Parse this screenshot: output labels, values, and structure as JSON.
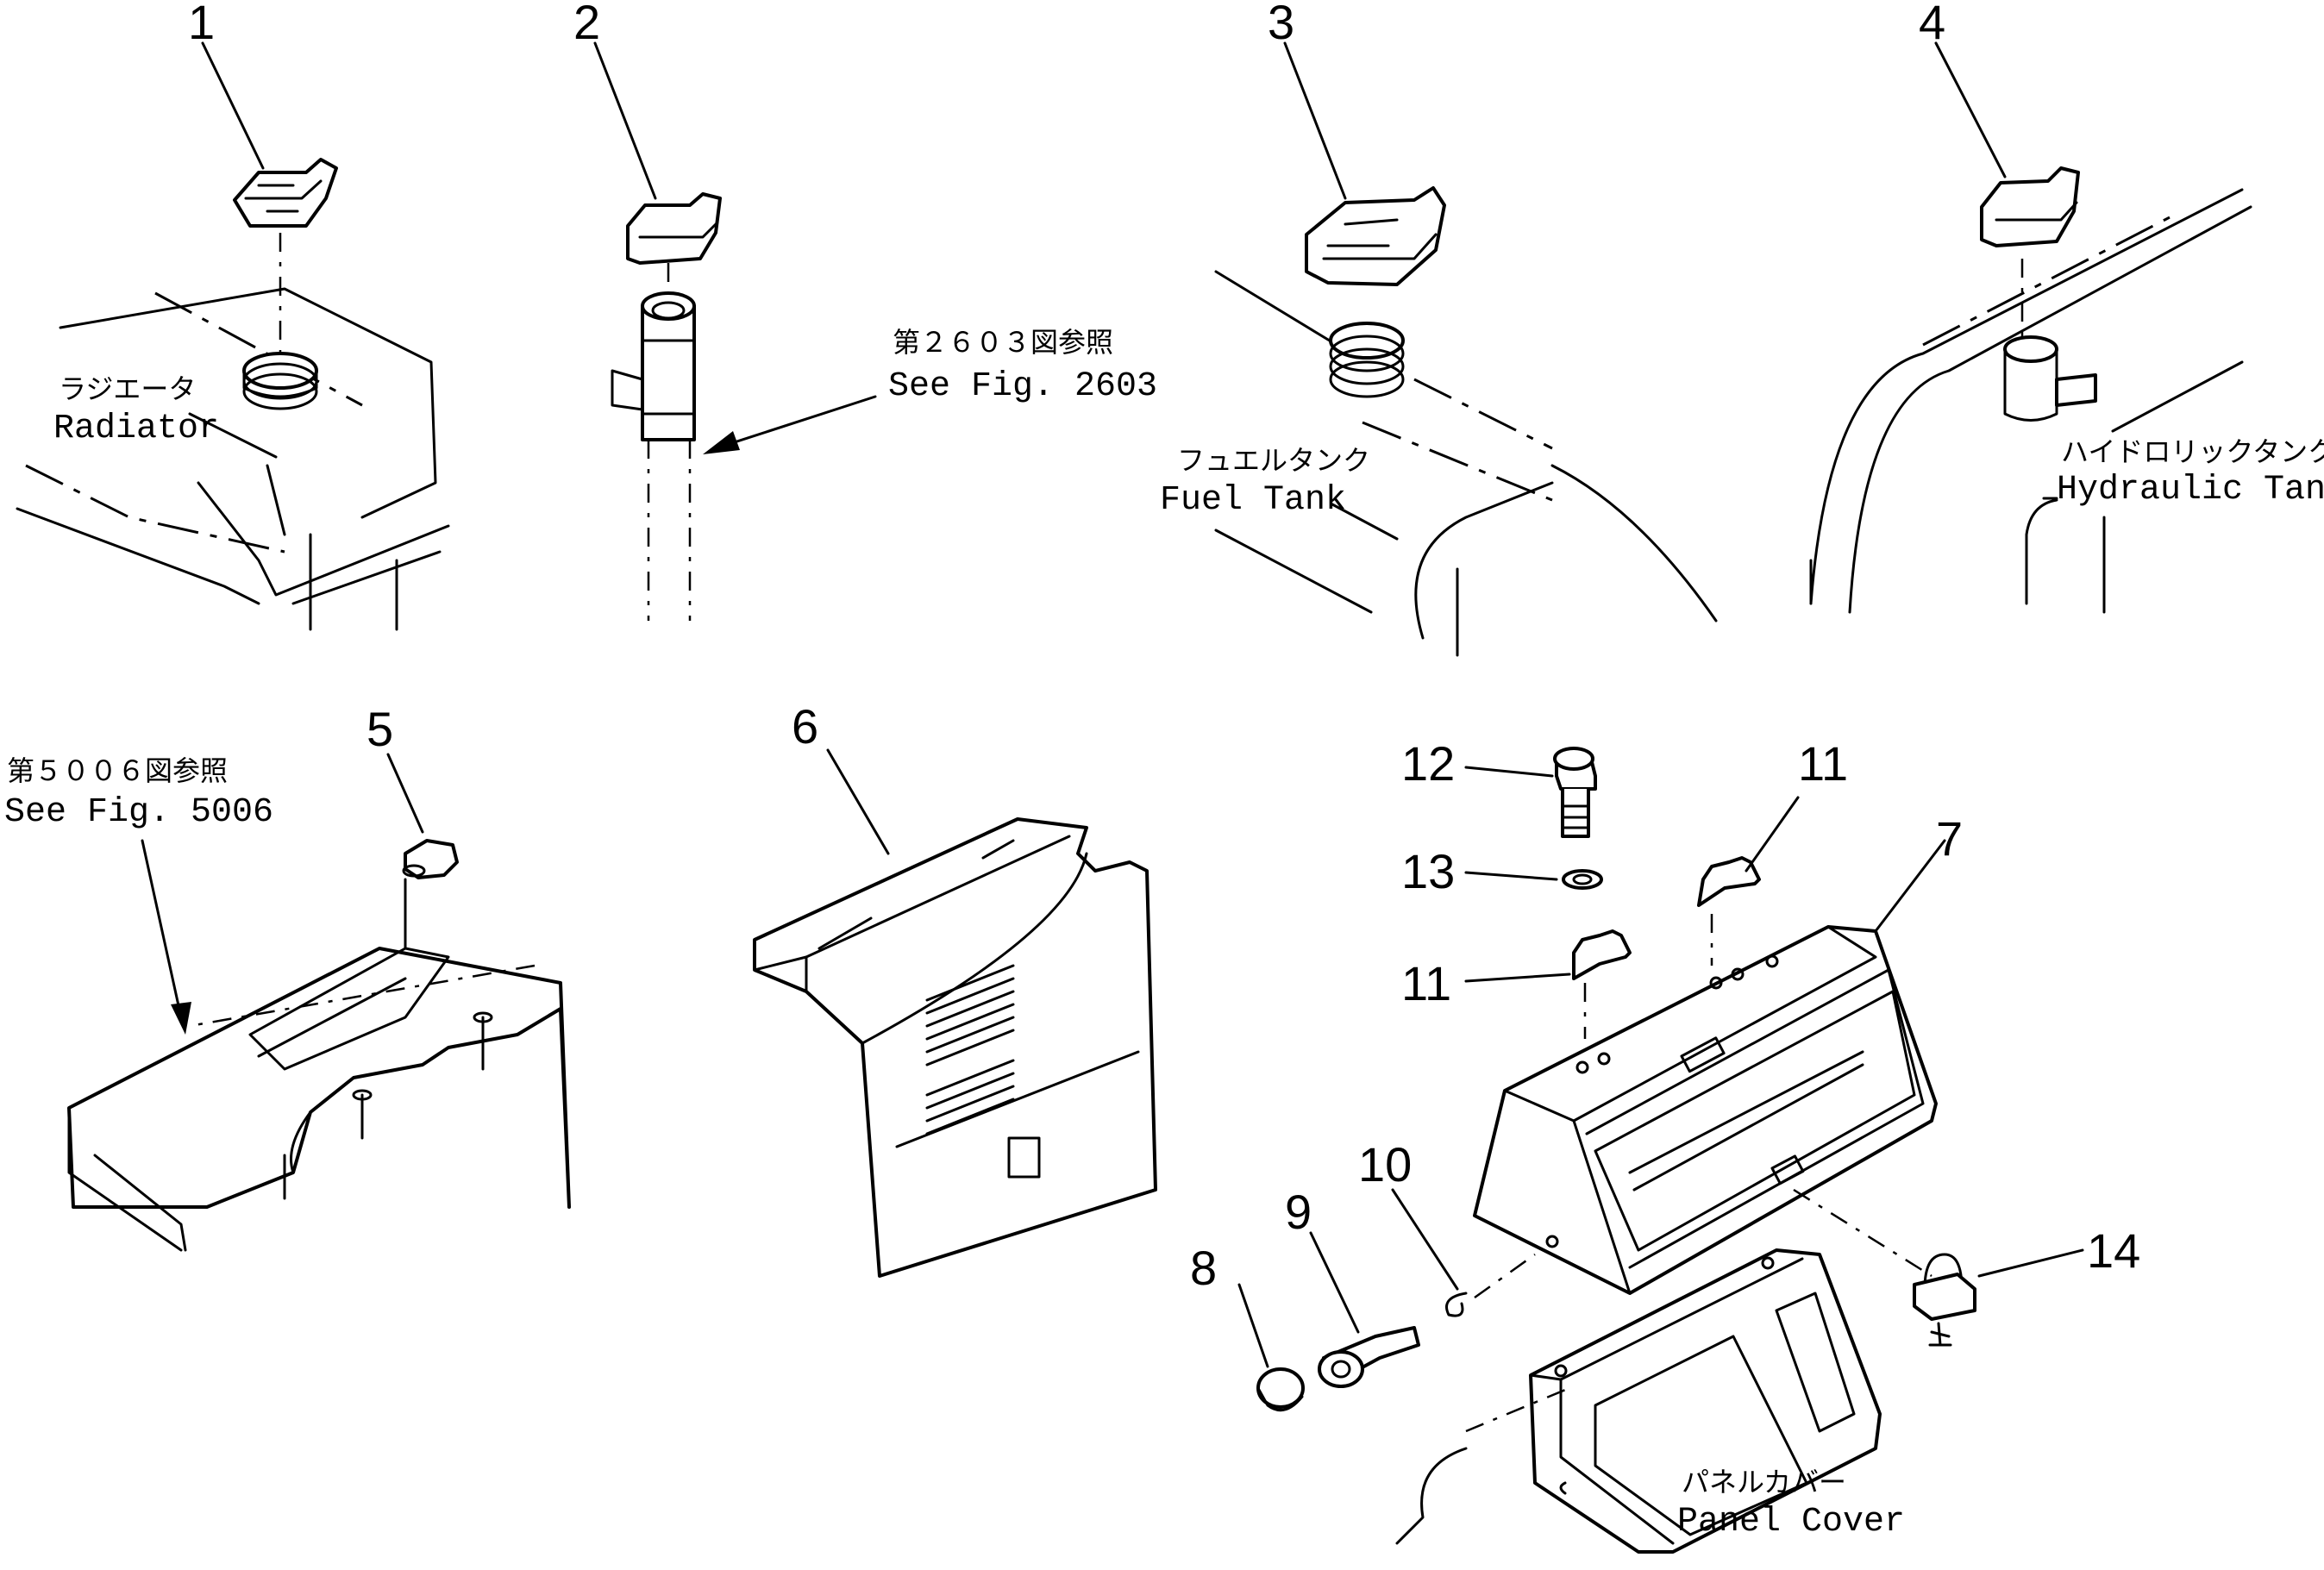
{
  "callouts": [
    "1",
    "2",
    "3",
    "4",
    "5",
    "6",
    "7",
    "8",
    "9",
    "10",
    "11",
    "11",
    "12",
    "13",
    "14"
  ],
  "labels": {
    "radiator_jp": "ラジエータ",
    "radiator_en": "Radiator",
    "ref2603_jp": "第２６０３図参照",
    "ref2603_en": "See Fig. 2603",
    "fuel_jp": "フュエルタンク",
    "fuel_en": "Fuel  Tank",
    "hyd_jp": "ハイドロリックタンク",
    "hyd_en": "Hydraulic  Tank",
    "ref5006_jp": "第５００６図参照",
    "ref5006_en": "See Fig. 5006",
    "panel_jp": "パネルカバー",
    "panel_en": "Panel  Cover"
  }
}
